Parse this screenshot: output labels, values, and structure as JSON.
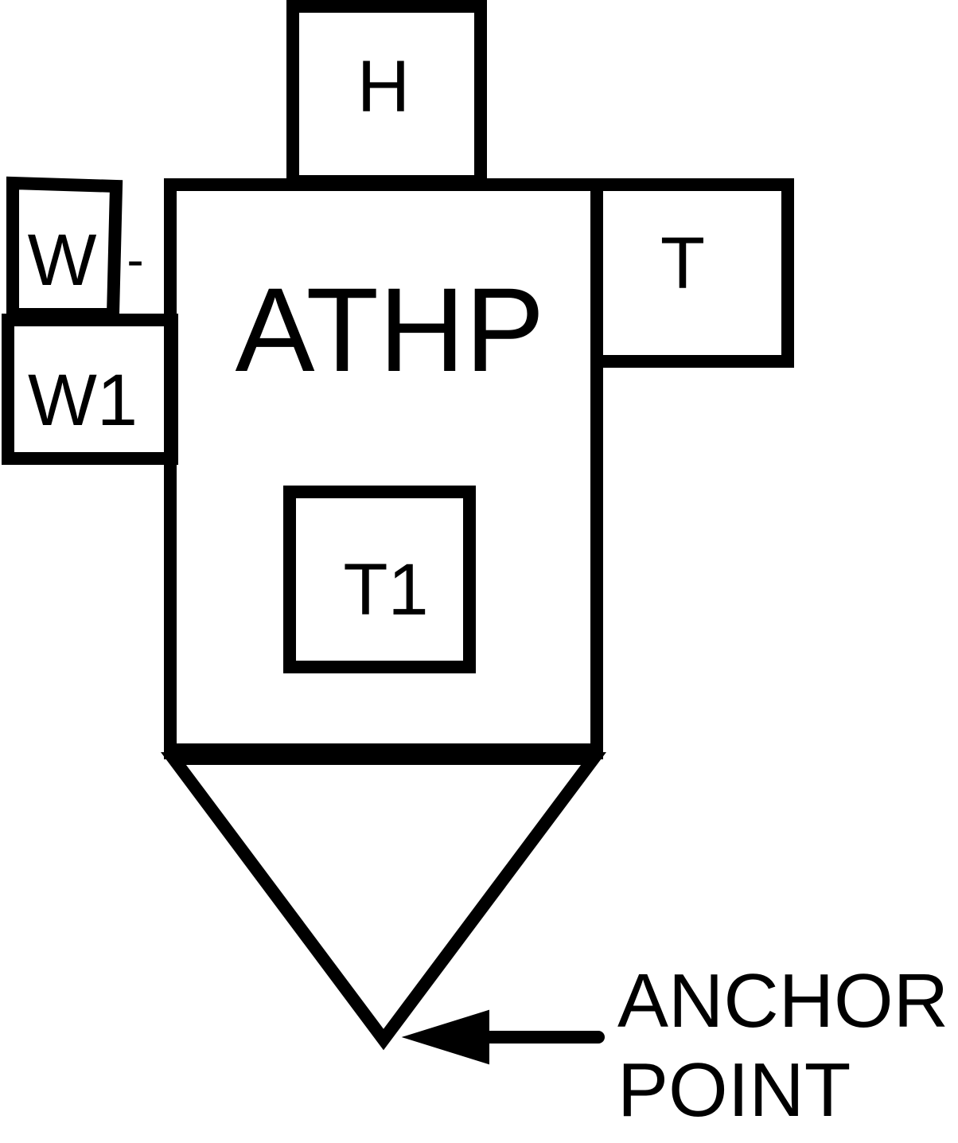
{
  "diagram": {
    "main_label": "ATHP",
    "h_label": "H",
    "t_label": "T",
    "t1_label": "T1",
    "w_minus_label": "W",
    "w_minus_suffix": "-",
    "w1_label": "W1",
    "anchor_line1": "ANCHOR",
    "anchor_line2": "POINT"
  },
  "colors": {
    "stroke": "#000000",
    "background": "#ffffff"
  }
}
